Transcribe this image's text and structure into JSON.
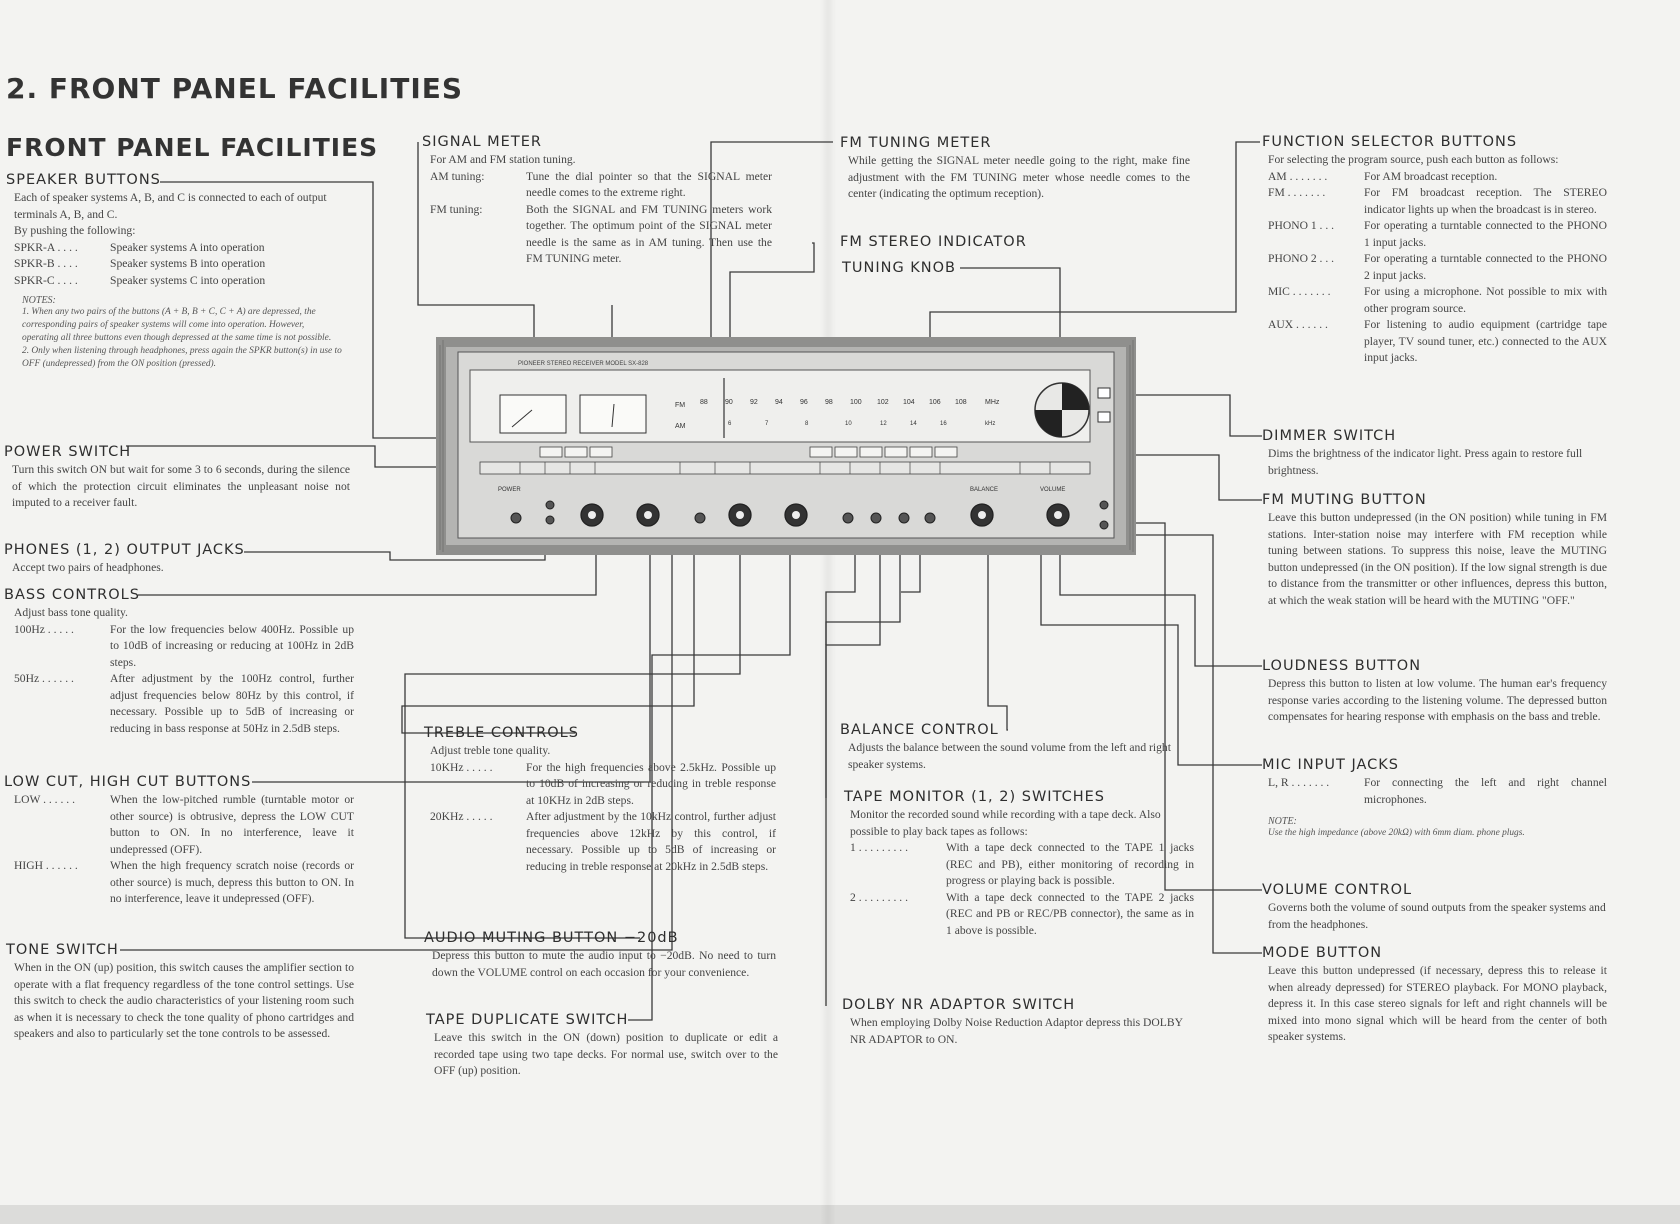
{
  "page_title": "2. FRONT PANEL FACILITIES",
  "sub_title": "FRONT PANEL FACILITIES",
  "speaker": {
    "heading": "SPEAKER BUTTONS",
    "desc1": "Each of speaker systems A, B, and C is connected to each of output terminals A, B, and C.",
    "desc2": "By pushing the following:",
    "items": [
      {
        "k": "SPKR-A . . . .",
        "v": "Speaker systems A into operation"
      },
      {
        "k": "SPKR-B . . . .",
        "v": "Speaker systems B into operation"
      },
      {
        "k": "SPKR-C . . . .",
        "v": "Speaker systems C into operation"
      }
    ],
    "notes_label": "NOTES:",
    "notes": [
      "1. When any two pairs of the buttons (A + B, B + C, C + A) are depressed, the corresponding pairs of speaker systems will come into operation. However, operating all three buttons even though depressed at the same time is not possible.",
      "2. Only when listening through headphones, press again the SPKR button(s) in use to OFF (undepressed) from the ON position (pressed)."
    ]
  },
  "power": {
    "heading": "POWER SWITCH",
    "desc": "Turn this switch ON but wait for some 3 to 6 seconds, during the silence of which the protection circuit eliminates the unpleasant noise not imputed to a receiver fault."
  },
  "phones": {
    "heading": "PHONES (1, 2) OUTPUT JACKS",
    "desc": "Accept two pairs of headphones."
  },
  "bass": {
    "heading": "BASS CONTROLS",
    "desc": "Adjust bass tone quality.",
    "items": [
      {
        "k": "100Hz . . . . .",
        "v": "For the low frequencies below 400Hz. Possible up to 10dB of increasing or reducing at 100Hz in 2dB steps."
      },
      {
        "k": "50Hz . . . . . .",
        "v": "After adjustment by the 100Hz control, further adjust frequencies below 80Hz by this control, if necessary. Possible up to 5dB of increasing or reducing in bass response at 50Hz in 2.5dB steps."
      }
    ]
  },
  "lowcut": {
    "heading": "LOW CUT, HIGH CUT BUTTONS",
    "items": [
      {
        "k": "LOW . . . . . .",
        "v": "When the low-pitched rumble (turntable motor or other source) is obtrusive, depress the LOW CUT button to ON. In no interference, leave it undepressed (OFF)."
      },
      {
        "k": "HIGH . . . . . .",
        "v": "When the high frequency scratch noise (records or other source) is much, depress this button to ON. In no interference, leave it undepressed (OFF)."
      }
    ]
  },
  "tone": {
    "heading": "TONE SWITCH",
    "desc": "When in the ON (up) position, this switch causes the amplifier section to operate with a flat frequency regardless of the tone control settings. Use this switch to check the audio characteristics of your listening room such as when it is necessary to check the tone quality of phono cartridges and speakers and also to particularly set the tone controls to be assessed."
  },
  "signal": {
    "heading": "SIGNAL METER",
    "desc": "For AM and FM station tuning.",
    "items": [
      {
        "k": "AM tuning:",
        "v": "Tune the dial pointer so that the SIGNAL meter needle comes to the extreme right."
      },
      {
        "k": "FM tuning:",
        "v": "Both the SIGNAL and FM TUNING meters work together. The optimum point of the SIGNAL meter needle is the same as in AM tuning. Then use the FM TUNING meter."
      }
    ]
  },
  "fmtuning": {
    "heading": "FM TUNING METER",
    "desc": "While getting the SIGNAL meter needle going to the right, make fine adjustment with the FM TUNING meter whose needle comes to the center (indicating the optimum reception)."
  },
  "fmstereo": {
    "heading": "FM STEREO INDICATOR"
  },
  "tuningknob": {
    "heading": "TUNING KNOB"
  },
  "function": {
    "heading": "FUNCTION SELECTOR BUTTONS",
    "desc": "For selecting the program source, push each button as follows:",
    "items": [
      {
        "k": "AM . . . . . . .",
        "v": "For AM broadcast reception."
      },
      {
        "k": "FM . . . . . . .",
        "v": "For FM broadcast reception. The STEREO indicator lights up when the broadcast is in stereo."
      },
      {
        "k": "PHONO 1 . . .",
        "v": "For operating a turntable connected to the PHONO 1 input jacks."
      },
      {
        "k": "PHONO 2 . . .",
        "v": "For operating a turntable connected to the PHONO 2 input jacks."
      },
      {
        "k": "MIC . . . . . . .",
        "v": "For using a microphone. Not possible to mix with other program source."
      },
      {
        "k": "AUX . . . . . .",
        "v": "For listening to audio equipment (cartridge tape player, TV sound tuner, etc.) connected to the AUX input jacks."
      }
    ]
  },
  "dimmer": {
    "heading": "DIMMER SWITCH",
    "desc": "Dims the brightness of the indicator light. Press again to restore full brightness."
  },
  "fmmuting": {
    "heading": "FM MUTING BUTTON",
    "desc": "Leave this button undepressed (in the ON position) while tuning in FM stations. Inter-station noise may interfere with FM reception while tuning between stations. To suppress this noise, leave the MUTING button undepressed (in the ON position). If the low signal strength is due to distance from the transmitter or other influences, depress this button, at which the weak station will be heard with the MUTING \"OFF.\""
  },
  "loudness": {
    "heading": "LOUDNESS BUTTON",
    "desc": "Depress this button to listen at low volume. The human ear's frequency response varies according to the listening volume. The depressed button compensates for hearing response with emphasis on the bass and treble."
  },
  "mic": {
    "heading": "MIC INPUT JACKS",
    "items": [
      {
        "k": "L, R . . . . . . .",
        "v": "For connecting the left and right channel microphones."
      }
    ],
    "note_label": "NOTE:",
    "note": "Use the high impedance (above 20kΩ) with 6mm diam. phone plugs."
  },
  "volume": {
    "heading": "VOLUME CONTROL",
    "desc": "Governs both the volume of sound outputs from the speaker systems and from the headphones."
  },
  "mode": {
    "heading": "MODE BUTTON",
    "desc": "Leave this button undepressed (if necessary, depress this to release it when already depressed) for STEREO playback. For MONO playback, depress it. In this case stereo signals for left and right channels will be mixed into mono signal which will be heard from the center of both speaker systems."
  },
  "treble": {
    "heading": "TREBLE CONTROLS",
    "desc": "Adjust treble tone quality.",
    "items": [
      {
        "k": "10KHz . . . . .",
        "v": "For the high frequencies above 2.5kHz. Possible up to 10dB of increasing or reducing in treble response at 10KHz in 2dB steps."
      },
      {
        "k": "20KHz . . . . .",
        "v": "After adjustment by the 10kHz control, further adjust frequencies above 12kHz by this control, if necessary. Possible up to 5dB of increasing or reducing in treble response at 20kHz in 2.5dB steps."
      }
    ]
  },
  "audiomuting": {
    "heading": "AUDIO MUTING BUTTON −20dB",
    "desc": "Depress this button to mute the audio input to −20dB. No need to turn down the VOLUME control on each occasion for your convenience."
  },
  "tapedup": {
    "heading": "TAPE DUPLICATE SWITCH",
    "desc": "Leave this switch in the ON (down) position to duplicate or edit a recorded tape using two tape decks. For normal use, switch over to the OFF (up) position."
  },
  "balance": {
    "heading": "BALANCE CONTROL",
    "desc": "Adjusts the balance between the sound volume from the left and right speaker systems."
  },
  "tapemon": {
    "heading": "TAPE MONITOR (1, 2) SWITCHES",
    "desc": "Monitor the recorded sound while recording with a tape deck. Also possible to play back tapes as follows:",
    "items": [
      {
        "k": "1 . . . . . . . . .",
        "v": "With a tape deck connected to the TAPE 1 jacks (REC and PB), either monitoring of recording in progress or playing back is possible."
      },
      {
        "k": "2 . . . . . . . . .",
        "v": "With a tape deck connected to the TAPE 2 jacks (REC and PB or REC/PB connector), the same as in 1 above is possible."
      }
    ]
  },
  "dolby": {
    "heading": "DOLBY NR ADAPTOR SWITCH",
    "desc": "When employing Dolby Noise Reduction Adaptor depress this DOLBY NR ADAPTOR to ON."
  },
  "panel": {
    "brand": "PIONEER STEREO RECEIVER MODEL SX-828",
    "fm_label": "FM",
    "am_label": "AM",
    "fm_scale": [
      "88",
      "90",
      "92",
      "94",
      "96",
      "98",
      "100",
      "102",
      "104",
      "106",
      "108"
    ],
    "am_scale": [
      "6",
      "7",
      "8",
      "10",
      "12",
      "14",
      "16"
    ],
    "mhz": "MHz",
    "khz": "kHz",
    "power_label": "POWER",
    "balance_label": "BALANCE",
    "volume_label": "VOLUME"
  }
}
